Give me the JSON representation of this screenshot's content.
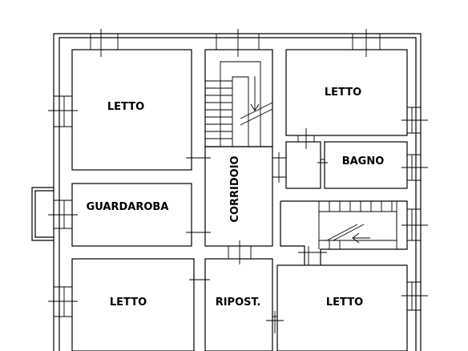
{
  "rooms": {
    "letto_top_left": "LETTO",
    "letto_top_right": "LETTO",
    "bagno": "BAGNO",
    "guardaroba": "GUARDAROBA",
    "corridoio": "CORRIDOIO",
    "letto_bottom_left": "LETTO",
    "ripostiglio": "RIPOST.",
    "letto_bottom_right": "LETTO"
  }
}
